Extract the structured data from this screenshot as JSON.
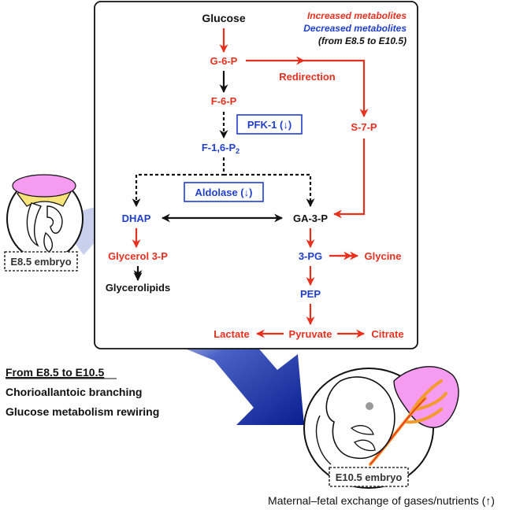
{
  "legend": {
    "increased": "Increased metabolites",
    "decreased": "Decreased metabolites",
    "period": "(from E8.5 to E10.5)"
  },
  "metabolites": {
    "glucose": "Glucose",
    "g6p": "G-6-P",
    "redirection": "Redirection",
    "f6p": "F-6-P",
    "s7p": "S-7-P",
    "f16p2_main": "F-1,6-P",
    "f16p2_sub": "2",
    "dhap": "DHAP",
    "ga3p": "GA-3-P",
    "glycerol3p": "Glycerol 3-P",
    "pg3": "3-PG",
    "glycine": "Glycine",
    "glycerolipids": "Glycerolipids",
    "pep": "PEP",
    "lactate": "Lactate",
    "pyruvate": "Pyruvate",
    "citrate": "Citrate"
  },
  "enzymes": {
    "pfk1": "PFK-1 (↓)",
    "aldolase": "Aldolase (↓)"
  },
  "embryos": {
    "e85": "E8.5 embryo",
    "e105": "E10.5 embryo"
  },
  "summary": {
    "heading": "From E8.5 to E10.5",
    "line1": "Chorioallantoic branching",
    "line2": "Glucose metabolism rewiring"
  },
  "footer": "Maternal–fetal exchange of gases/nutrients (↑)",
  "colors": {
    "increased": "#e8301f",
    "decreased": "#1f3fcc",
    "neutral": "#111111",
    "arrow_blue": "#0a1f8f",
    "allantois_pink": "#f59cf0",
    "yolk_yellow": "#f7e37a"
  }
}
